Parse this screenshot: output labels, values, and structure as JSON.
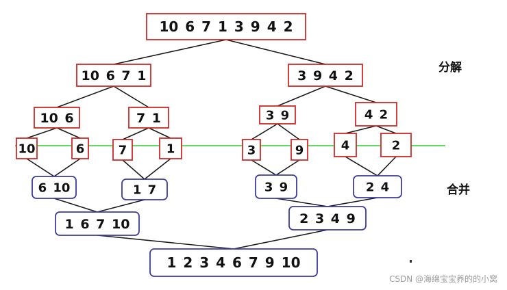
{
  "labels": {
    "split": "分解",
    "merge": "合并"
  },
  "watermark": "CSDN @海绵宝宝养的的小窝",
  "colors": {
    "split_box": "#cc2a2a",
    "merge_box": "#3b3b9c",
    "divider": "#33cc33",
    "edge": "#1a1a1a"
  },
  "nodes": [
    {
      "id": "s0",
      "text": "10 6 7 1 3 9 4 2",
      "kind": "split"
    },
    {
      "id": "s1",
      "text": "10 6 7 1",
      "kind": "split"
    },
    {
      "id": "s2",
      "text": "3 9 4 2",
      "kind": "split"
    },
    {
      "id": "s3",
      "text": "10 6",
      "kind": "split"
    },
    {
      "id": "s4",
      "text": "7 1",
      "kind": "split"
    },
    {
      "id": "s5",
      "text": "3 9",
      "kind": "split"
    },
    {
      "id": "s6",
      "text": "4 2",
      "kind": "split"
    },
    {
      "id": "l0",
      "text": "10",
      "kind": "split"
    },
    {
      "id": "l1",
      "text": "6",
      "kind": "split"
    },
    {
      "id": "l2",
      "text": "7",
      "kind": "split"
    },
    {
      "id": "l3",
      "text": "1",
      "kind": "split"
    },
    {
      "id": "l4",
      "text": "3",
      "kind": "split"
    },
    {
      "id": "l5",
      "text": "9",
      "kind": "split"
    },
    {
      "id": "l6",
      "text": "4",
      "kind": "split"
    },
    {
      "id": "l7",
      "text": "2",
      "kind": "split"
    },
    {
      "id": "m0",
      "text": "6 10",
      "kind": "merge"
    },
    {
      "id": "m1",
      "text": "1 7",
      "kind": "merge"
    },
    {
      "id": "m2",
      "text": "3 9",
      "kind": "merge"
    },
    {
      "id": "m3",
      "text": "2 4",
      "kind": "merge"
    },
    {
      "id": "m4",
      "text": "1 6 7 10",
      "kind": "merge"
    },
    {
      "id": "m5",
      "text": "2 3 4 9",
      "kind": "merge"
    },
    {
      "id": "m6",
      "text": "1 2 3 4 6 7 9 10",
      "kind": "merge"
    }
  ],
  "edges": [
    [
      "s0",
      "s1"
    ],
    [
      "s0",
      "s2"
    ],
    [
      "s1",
      "s3"
    ],
    [
      "s1",
      "s4"
    ],
    [
      "s2",
      "s5"
    ],
    [
      "s2",
      "s6"
    ],
    [
      "s3",
      "l0"
    ],
    [
      "s3",
      "l1"
    ],
    [
      "s4",
      "l2"
    ],
    [
      "s4",
      "l3"
    ],
    [
      "s5",
      "l4"
    ],
    [
      "s5",
      "l5"
    ],
    [
      "s6",
      "l6"
    ],
    [
      "s6",
      "l7"
    ],
    [
      "l0",
      "m0"
    ],
    [
      "l1",
      "m0"
    ],
    [
      "l2",
      "m1"
    ],
    [
      "l3",
      "m1"
    ],
    [
      "l4",
      "m2"
    ],
    [
      "l5",
      "m2"
    ],
    [
      "l6",
      "m3"
    ],
    [
      "l7",
      "m3"
    ],
    [
      "m0",
      "m4"
    ],
    [
      "m1",
      "m4"
    ],
    [
      "m2",
      "m5"
    ],
    [
      "m3",
      "m5"
    ],
    [
      "m4",
      "m6"
    ],
    [
      "m5",
      "m6"
    ]
  ]
}
